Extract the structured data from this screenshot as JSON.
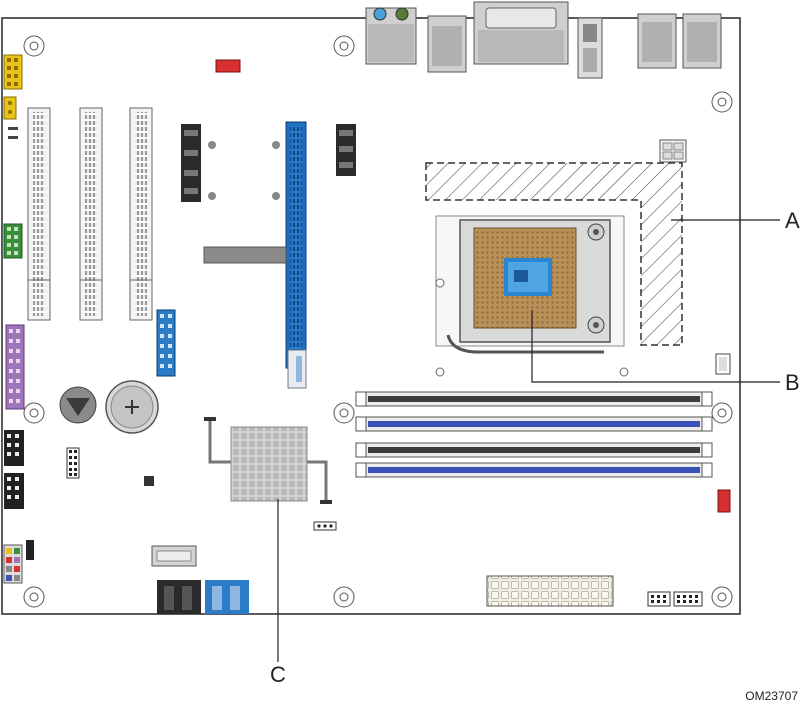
{
  "callouts": {
    "a": "A",
    "b": "B",
    "c": "C"
  },
  "figure_id": "OM23707",
  "colors": {
    "board_outline": "#333333",
    "pcie_blue": "#1f6fc0",
    "dimm_blue": "#3a52b8",
    "dimm_black": "#3c3c3c",
    "connector_yellow": "#e8c31c",
    "connector_green": "#3a8f3a",
    "connector_purple": "#a074b8",
    "fan_header_red": "#d83030",
    "socket_gold": "#b48a50",
    "die_blue": "#2a86d0"
  }
}
